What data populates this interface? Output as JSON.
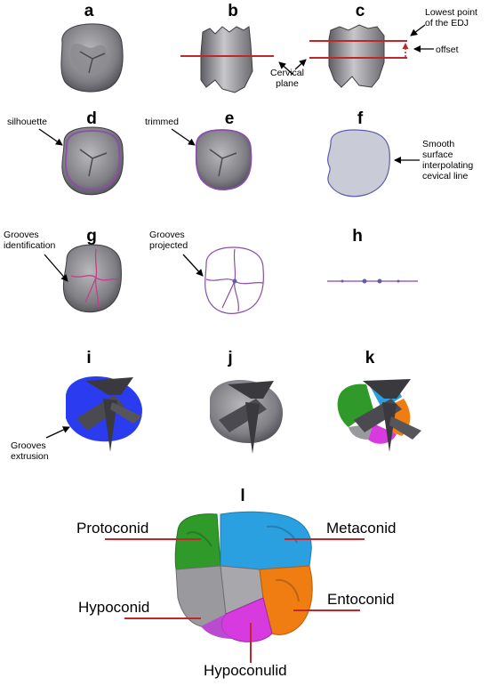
{
  "panels": {
    "a": "a",
    "b": "b",
    "c": "c",
    "d": "d",
    "e": "e",
    "f": "f",
    "g": "g",
    "h": "h",
    "i": "i",
    "j": "j",
    "k": "k",
    "l": "l"
  },
  "annotations": {
    "cervical_plane": "Cervical\nplane",
    "lowest_point": "Lowest point\nof the EDJ",
    "offset": "offset",
    "silhouette": "silhouette",
    "trimmed": "trimmed",
    "smooth_surface": "Smooth\nsurface\ninterpolating\ncevical line",
    "grooves_identification": "Grooves\nidentification",
    "grooves_projected": "Grooves\nprojected",
    "grooves_extrusion": "Grooves\nextrusion"
  },
  "cusps": {
    "protoconid": "Protoconid",
    "metaconid": "Metaconid",
    "hypoconid": "Hypoconid",
    "entoconid": "Entoconid",
    "hypoconulid": "Hypoconulid"
  },
  "colors": {
    "plane_line": "#c0272d",
    "outline_purple": "#8a4fa8",
    "smooth_fill": "#c9cbd6",
    "smooth_stroke": "#5b5fa8",
    "extrusion_blue": "#2b3cf0",
    "protoconid_green": "#2f9a2a",
    "metaconid_blue": "#2aa0e0",
    "entoconid_orange": "#ef7d12",
    "hypoconulid_magenta": "#d73be0",
    "tooth_gray": "#9a9a9e"
  }
}
